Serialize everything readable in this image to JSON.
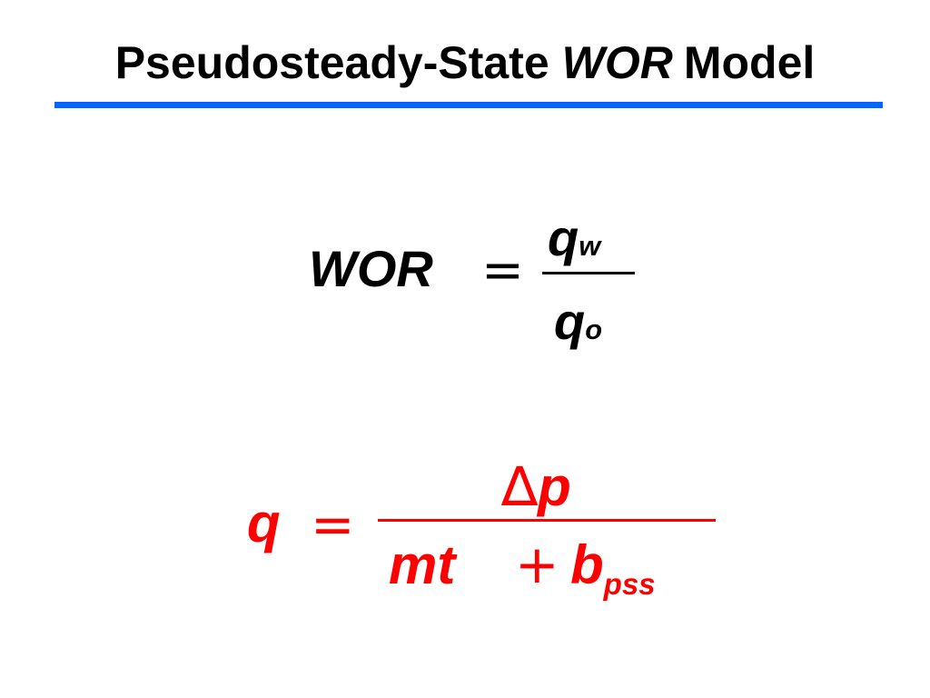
{
  "slide": {
    "title": {
      "prefix": "Pseudosteady-State",
      "italic": "WOR",
      "suffix": "Model"
    }
  },
  "equation1": {
    "lhs": "WOR",
    "equals": "=",
    "numerator_var": "q",
    "numerator_sub": "w",
    "denominator_var": "q",
    "denominator_sub": "o"
  },
  "equation2": {
    "lhs": "q",
    "equals": "=",
    "numerator_delta": "∆",
    "numerator_var": "p",
    "denominator_term1": "mt",
    "denominator_plus": "+",
    "denominator_var": "b",
    "denominator_sub": "pss"
  },
  "colors": {
    "title": "#000000",
    "title_rule": "#0066ff",
    "equation1": "#000000",
    "equation2": "#ff0000",
    "background": "#ffffff"
  }
}
